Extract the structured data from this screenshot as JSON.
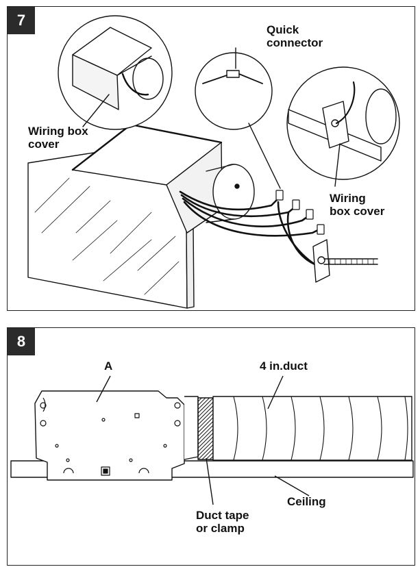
{
  "step7": {
    "number": "7",
    "labels": {
      "wiring_box_cover_left_line1": "Wiring box",
      "wiring_box_cover_left_line2": "cover",
      "quick_connector_line1": "Quick",
      "quick_connector_line2": "connector",
      "wiring_box_cover_right_line1": "Wiring",
      "wiring_box_cover_right_line2": "box cover"
    }
  },
  "step8": {
    "number": "8",
    "labels": {
      "a": "A",
      "duct": "4 in.duct",
      "ceiling": "Ceiling",
      "duct_tape_line1": "Duct tape",
      "duct_tape_line2": "or clamp"
    }
  }
}
